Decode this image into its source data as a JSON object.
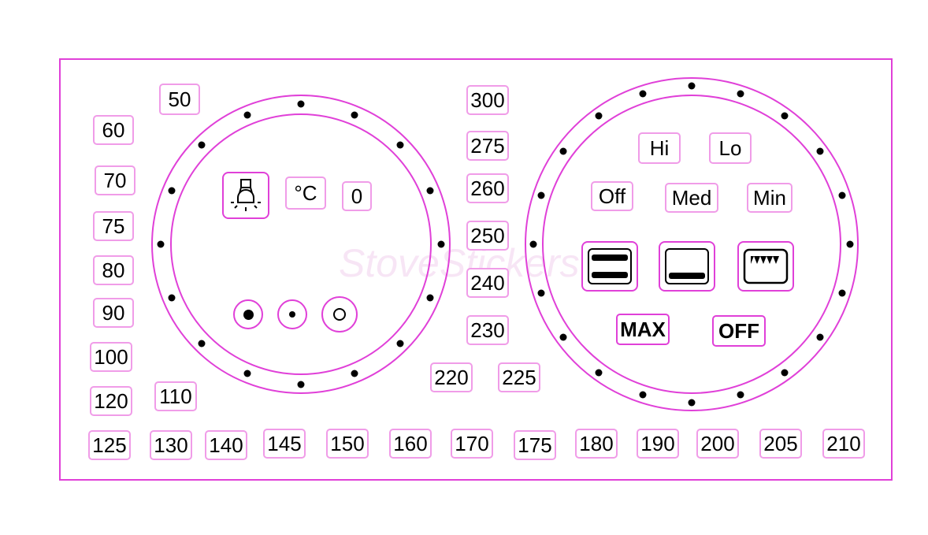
{
  "watermark": "StoveStickers",
  "accent_color": "#e040d8",
  "temperatures": {
    "t50": "50",
    "t60": "60",
    "t70": "70",
    "t75": "75",
    "t80": "80",
    "t90": "90",
    "t100": "100",
    "t110": "110",
    "t120": "120",
    "t125": "125",
    "t130": "130",
    "t140": "140",
    "t145": "145",
    "t150": "150",
    "t160": "160",
    "t170": "170",
    "t175": "175",
    "t180": "180",
    "t190": "190",
    "t200": "200",
    "t205": "205",
    "t210": "210",
    "t220": "220",
    "t225": "225",
    "t230": "230",
    "t240": "240",
    "t250": "250",
    "t260": "260",
    "t275": "275",
    "t300": "300"
  },
  "left_dial": {
    "unit": "°C",
    "zero": "0",
    "icons": [
      "oven-light-icon",
      "large-dot-icon",
      "small-dot-icon",
      "open-circle-icon"
    ]
  },
  "right_dial": {
    "hi": "Hi",
    "lo": "Lo",
    "off": "Off",
    "med": "Med",
    "min": "Min",
    "max_bold": "MAX",
    "off_bold": "OFF",
    "icons": [
      "top-bottom-heat-icon",
      "bottom-heat-icon",
      "grill-icon"
    ]
  }
}
